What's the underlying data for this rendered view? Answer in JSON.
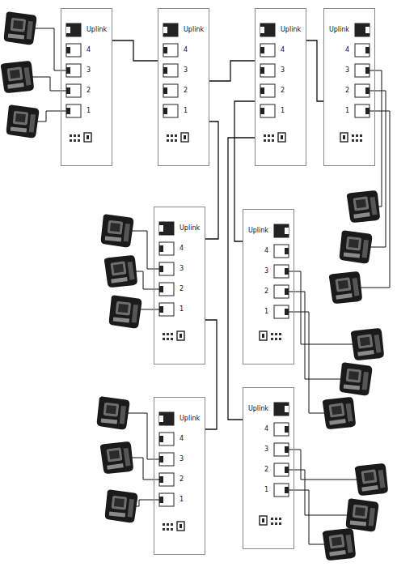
{
  "diagram": {
    "nodes": [
      {
        "text": [
          "Uplink",
          "4",
          "3",
          "2",
          "1"
        ]
      },
      {
        "text": [
          "Uplink",
          "4",
          "3",
          "2",
          "1"
        ]
      },
      {
        "text": [
          "Uplink",
          "4",
          "3",
          "2",
          "1"
        ]
      },
      {
        "text": [
          "Uplink",
          "4",
          "3",
          "2",
          "1"
        ]
      },
      {
        "text": [
          "Uplink",
          "4",
          "3",
          "2",
          "1"
        ]
      },
      {
        "text": [
          "Uplink",
          "4",
          "3",
          "2",
          "1"
        ]
      },
      {
        "text": [
          "Uplink",
          "4",
          "3",
          "2",
          "1"
        ]
      },
      {
        "text": [
          "Uplink",
          "4",
          "3",
          "2",
          "1"
        ]
      }
    ],
    "edges": [
      {
        "from": 0,
        "to": 1,
        "arrow": "none"
      },
      {
        "from": 1,
        "to": 2,
        "arrow": "none"
      },
      {
        "from": 2,
        "to": 3,
        "arrow": "none"
      },
      {
        "from": 1,
        "to": 4,
        "arrow": "none"
      },
      {
        "from": 2,
        "to": 5,
        "arrow": "none"
      },
      {
        "from": 2,
        "to": 7,
        "arrow": "none"
      },
      {
        "from": 4,
        "to": 6,
        "arrow": "none"
      }
    ]
  }
}
